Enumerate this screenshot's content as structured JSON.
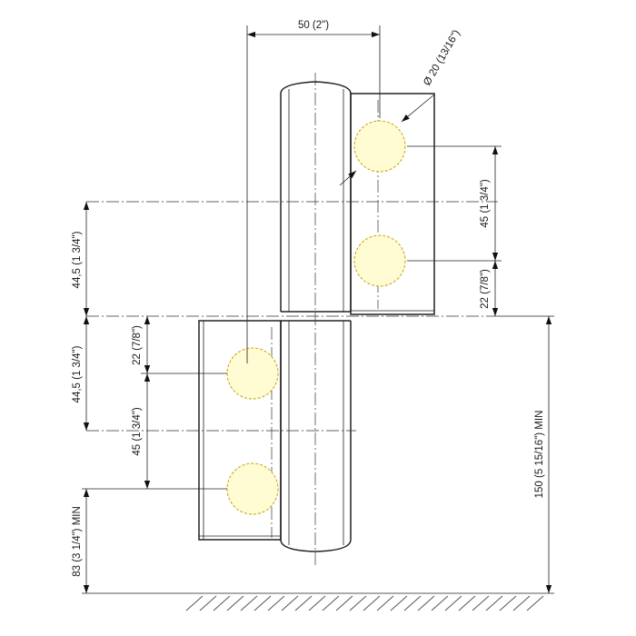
{
  "dimensions": {
    "width_top": "50 (2\")",
    "hole_diameter": "Ø 20 (13/16\")",
    "upper_hole_spacing": "45 (1  3/4\")",
    "upper_bottom_offset": "22 (7/8\")",
    "left_upper_height": "44,5 (1  3/4\")",
    "left_lower_height": "44,5 (1  3/4\")",
    "lower_top_offset": "22 (7/8\")",
    "lower_hole_spacing": "45 (1  3/4\")",
    "floor_clearance": "83 (3  1/4\") MIN",
    "total_height": "150 (5  15/16\") MIN"
  },
  "colors": {
    "hole_fill": "#fffbd2",
    "hole_stroke": "#c8a200",
    "line": "#222222"
  }
}
